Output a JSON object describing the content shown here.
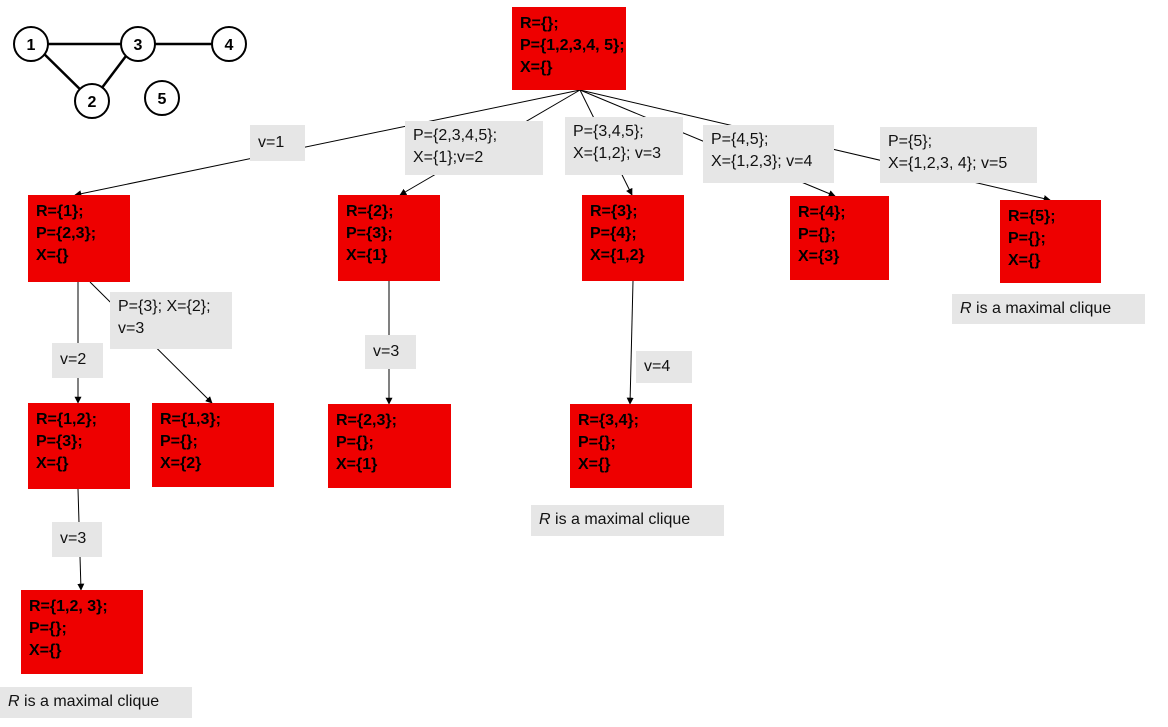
{
  "graph": {
    "vertices": [
      "1",
      "2",
      "3",
      "4",
      "5"
    ],
    "edges": [
      [
        "1",
        "3"
      ],
      [
        "1",
        "2"
      ],
      [
        "2",
        "3"
      ],
      [
        "3",
        "4"
      ]
    ]
  },
  "tree": {
    "root": {
      "r": "R={};",
      "p": "P={1,2,3,4, 5};",
      "x": "X={}"
    },
    "n1": {
      "r": "R={1};",
      "p": "P={2,3};",
      "x": "X={}"
    },
    "n2": {
      "r": "R={2};",
      "p": "P={3};",
      "x": "X={1}"
    },
    "n3": {
      "r": "R={3};",
      "p": "P={4};",
      "x": "X={1,2}"
    },
    "n4": {
      "r": "R={4};",
      "p": "P={};",
      "x": "X={3}"
    },
    "n5": {
      "r": "R={5};",
      "p": "P={};",
      "x": "X={}"
    },
    "n12": {
      "r": "R={1,2};",
      "p": "P={3};",
      "x": "X={}"
    },
    "n13": {
      "r": "R={1,3};",
      "p": "P={};",
      "x": "X={2}"
    },
    "n23": {
      "r": "R={2,3};",
      "p": "P={};",
      "x": "X={1}"
    },
    "n34": {
      "r": "R={3,4};",
      "p": "P={};",
      "x": "X={}"
    },
    "n123": {
      "r": "R={1,2, 3};",
      "p": "P={};",
      "x": "X={}"
    }
  },
  "edge_labels": {
    "root_n1": "v=1",
    "root_n2": [
      "P={2,3,4,5};",
      "X={1};v=2"
    ],
    "root_n3": [
      "P={3,4,5};",
      "X={1,2}; v=3"
    ],
    "root_n4": [
      "P={4,5};",
      "X={1,2,3}; v=4"
    ],
    "root_n5": [
      "P={5};",
      "X={1,2,3, 4}; v=5"
    ],
    "n1_n12": "v=2",
    "n1_n13": [
      "P={3}; X={2};",
      "v=3"
    ],
    "n2_n23": "v=3",
    "n3_n34": "v=4",
    "n12_n123": "v=3"
  },
  "notes": {
    "maximal_italic": "R",
    "maximal_rest": " is a maximal clique"
  }
}
